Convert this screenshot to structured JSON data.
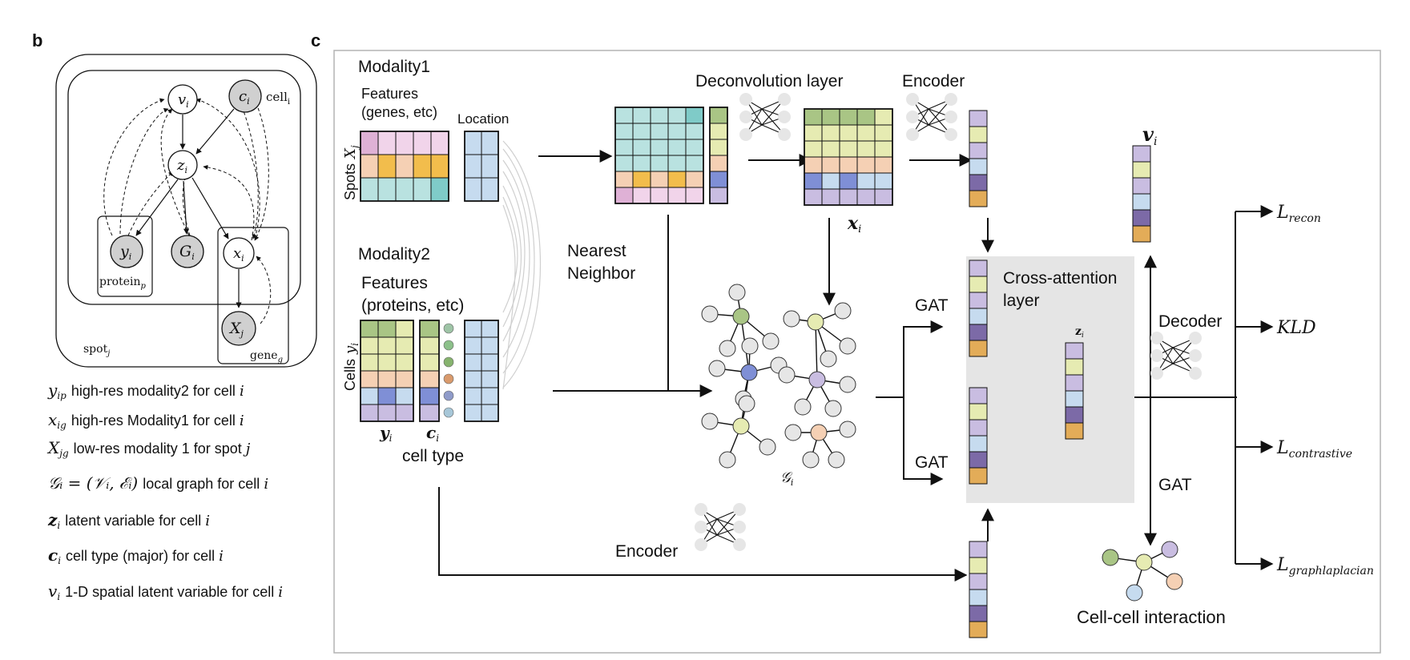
{
  "panel_b": {
    "label": "b",
    "nodes": {
      "v": {
        "base": "v",
        "sub": "i"
      },
      "c": {
        "base": "c",
        "sub": "i"
      },
      "z": {
        "base": "z",
        "sub": "i"
      },
      "y": {
        "base": "y",
        "sub": "i"
      },
      "G": {
        "base": "G",
        "sub": "i"
      },
      "x": {
        "base": "x",
        "sub": "i"
      },
      "X": {
        "base": "X",
        "sub": "j"
      }
    },
    "plates": {
      "cell": {
        "base": "cell",
        "sub": "i"
      },
      "protein": {
        "base": "protein",
        "sub": "p"
      },
      "spot": {
        "base": "spot",
        "sub": "j"
      },
      "gene": {
        "base": "gene",
        "sub": "g"
      }
    },
    "legend": [
      {
        "sym": "y",
        "sub": "ip",
        "text": "high-res modality2 for cell",
        "var": "i"
      },
      {
        "sym": "x",
        "sub": "ig",
        "text": "high-res Modality1 for cell",
        "var": "i"
      },
      {
        "sym": "X",
        "sub": "jg",
        "text": "low-res modality 1 for spot",
        "var": "j"
      },
      {
        "sym": "𝒢ᵢ = (𝒱ᵢ, ℰᵢ)",
        "sub": "",
        "text": "local graph for cell",
        "var": "i"
      },
      {
        "sym": "z",
        "sub": "i",
        "text": "latent variable for cell",
        "var": "i"
      },
      {
        "sym": "c",
        "sub": "i",
        "text": "cell type (major) for cell",
        "var": "i"
      },
      {
        "sym": "v",
        "sub": "i",
        "text": "1-D spatial latent variable for cell",
        "var": "i"
      }
    ]
  },
  "panel_c": {
    "label": "c",
    "modality1": {
      "title": "Modality1",
      "features_line1": "Features",
      "features_line2": "(genes, etc)",
      "location": "Location",
      "spots_label": "Spots",
      "spots_var": "X",
      "spots_sub": "j"
    },
    "modality2": {
      "title": "Modality2",
      "features_line1": "Features",
      "features_line2": "(proteins, etc)",
      "cells_label": "Cells",
      "cells_var": "y",
      "cells_sub": "i",
      "y_label": {
        "base": "y",
        "sub": "i"
      },
      "c_label": {
        "base": "c",
        "sub": "i"
      },
      "cell_type": "cell type"
    },
    "nearest_line1": "Nearest",
    "nearest_line2": "Neighbor",
    "deconv": "Deconvolution layer",
    "encoder_top": "Encoder",
    "encoder_bottom": "Encoder",
    "x_label": {
      "base": "x",
      "sub": "i"
    },
    "graph_label": {
      "base": "𝒢",
      "sub": "i"
    },
    "gat_top": "GAT",
    "gat_bottom": "GAT",
    "gat_right": "GAT",
    "cross_line1": "Cross-attention",
    "cross_line2": "layer",
    "z_label": {
      "base": "z",
      "sub": "i"
    },
    "v_label": {
      "base": "v",
      "sub": "i"
    },
    "decoder": "Decoder",
    "cci": "Cell-cell interaction",
    "losses": [
      {
        "base": "L",
        "sub": "recon"
      },
      {
        "base": "KLD",
        "sub": ""
      },
      {
        "base": "L",
        "sub": "contrastive"
      },
      {
        "base": "L",
        "sub": "graphlaplacian"
      }
    ]
  },
  "colors": {
    "teal": "#b9e2e0",
    "teal_dark": "#7fcbc8",
    "pink": "#dfb1d6",
    "pink_light": "#f1d4ea",
    "orange": "#f2bd4c",
    "peach": "#f5d0b4",
    "green": "#a9c585",
    "lime": "#e6ebb2",
    "blue": "#7f8fd6",
    "light_blue": "#c6dbef",
    "lavender": "#c9bde1",
    "purple": "#7c6aa7",
    "gold": "#e3ac58",
    "panel_gray": "#e5e5e5",
    "node_gray": "#e6e6e6"
  }
}
